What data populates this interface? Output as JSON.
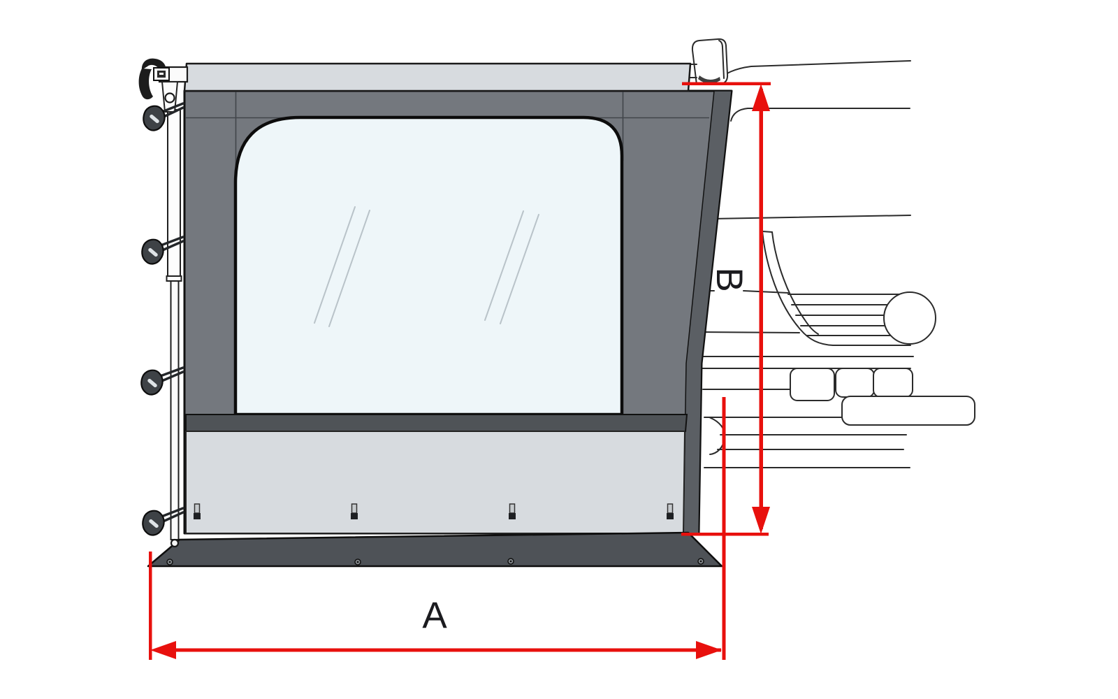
{
  "dimension_labels": {
    "a": "A",
    "b": "B"
  },
  "colors": {
    "dimension_red": "#e8100d",
    "label_text": "#1b1b1f",
    "panel_frame_gray": "#74787e",
    "panel_edge_dark": "#5b5f64",
    "panel_rail_dark": "#4f5357",
    "panel_band_light": "#d7dbdf",
    "panel_flap_dark": "#4e5257",
    "window_glass": "#eef6f9",
    "hook_dark": "#3e4246",
    "vehicle_line_art": "#2b2b2b"
  },
  "components": {
    "side_panel": [
      "top-band",
      "frame",
      "window",
      "bottom-rail",
      "lower-band",
      "bottom-flap"
    ],
    "fastener_counts": {
      "tension_hooks": 4,
      "pegs": 4,
      "rivets": 4
    },
    "support": [
      "mounting-bracket",
      "telescopic-pole"
    ],
    "vehicle": [
      "mirror",
      "roof-line",
      "windshield-pillar",
      "grille",
      "headlight",
      "bumper",
      "wheel-arch"
    ]
  }
}
